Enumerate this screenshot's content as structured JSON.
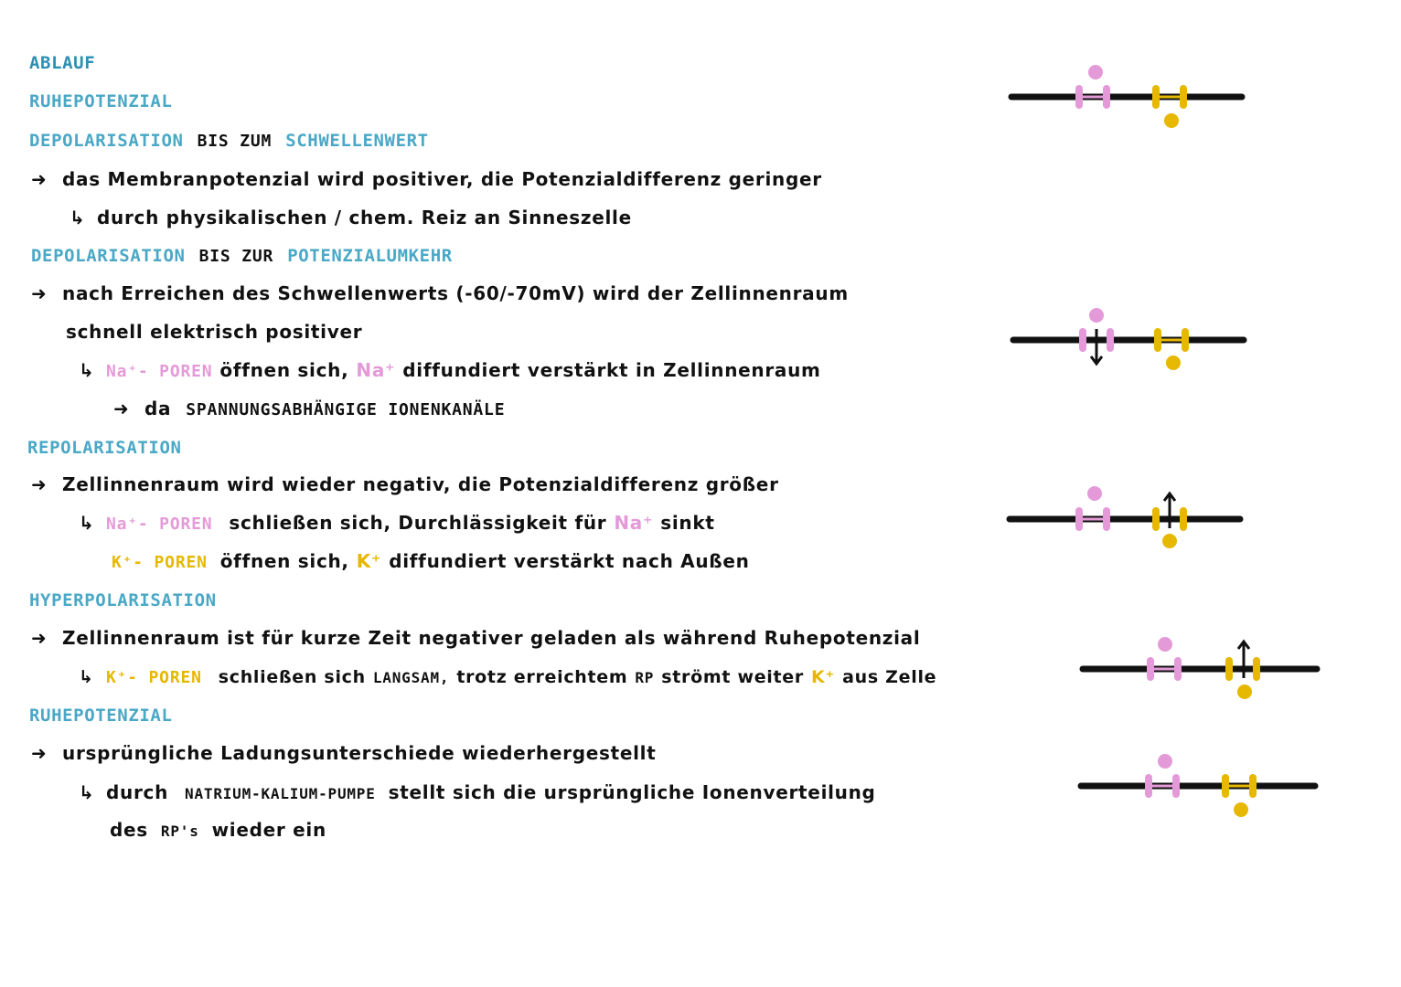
{
  "headings": {
    "ablauf": "ABLAUF",
    "ruhepotenzial_1": "RUHEPOTENZIAL",
    "depolarisation_1": "DEPOLARISATION",
    "bis_zum": "BIS ZUM",
    "schwellenwert": "SCHWELLENWERT",
    "depolarisation_2": "DEPOLARISATION",
    "bis_zur": "BIS ZUR",
    "potenzialumkehr": "POTENZIALUMKEHR",
    "repolarisation": "REPOLARISATION",
    "hyperpolarisation": "HYPERPOLARISATION",
    "ruhepotenzial_2": "RUHEPOTENZIAL"
  },
  "symbols": {
    "arrow": "➜",
    "hook": "↳"
  },
  "lines": {
    "l1": "das Membranpotenzial wird positiver, die Potenzialdifferenz geringer",
    "l2": "durch physikalischen / chem. Reiz an Sinneszelle",
    "l3": "nach Erreichen des Schwellenwerts (-60/-70mV) wird der Zellinnenraum",
    "l4": "schnell elektrisch positiver",
    "l5_na_poren": "Na⁺- POREN",
    "l5_mid": "öffnen sich,",
    "l5_na": "Na⁺",
    "l5_end": "diffundiert verstärkt in Zellinnenraum",
    "l6_da": "da",
    "l6_caps": "SPANNUNGSABHÄNGIGE IONENKANÄLE",
    "l7": "Zellinnenraum wird wieder negativ, die Potenzialdifferenz größer",
    "l8_na_poren": "Na⁺- POREN",
    "l8_mid": "schließen sich, Durchlässigkeit für",
    "l8_na": "Na⁺",
    "l8_end": "sinkt",
    "l9_k_poren": "K⁺- POREN",
    "l9_mid": "öffnen sich,",
    "l9_k": "K⁺",
    "l9_end": "diffundiert verstärkt nach Außen",
    "l10": "Zellinnenraum ist für kurze Zeit negativer geladen als während Ruhepotenzial",
    "l11_k_poren": "K⁺- POREN",
    "l11_a": "schließen sich",
    "l11_caps": "LANGSAM,",
    "l11_b": "trotz erreichtem",
    "l11_rp": "RP",
    "l11_c": "strömt weiter",
    "l11_k": "K⁺",
    "l11_end": "aus Zelle",
    "l12": "ursprüngliche Ladungsunterschiede wiederhergestellt",
    "l13_a": "durch",
    "l13_caps": "NATRIUM-KALIUM-PUMPE",
    "l13_end": "stellt sich die ursprüngliche Ionenverteilung",
    "l14_a": "des",
    "l14_rp": "RP's",
    "l14_end": "wieder ein"
  },
  "colors": {
    "heading": "#4aa8c6",
    "sodium": "#e49ad8",
    "potassium": "#e7b800",
    "membrane": "#111111"
  }
}
